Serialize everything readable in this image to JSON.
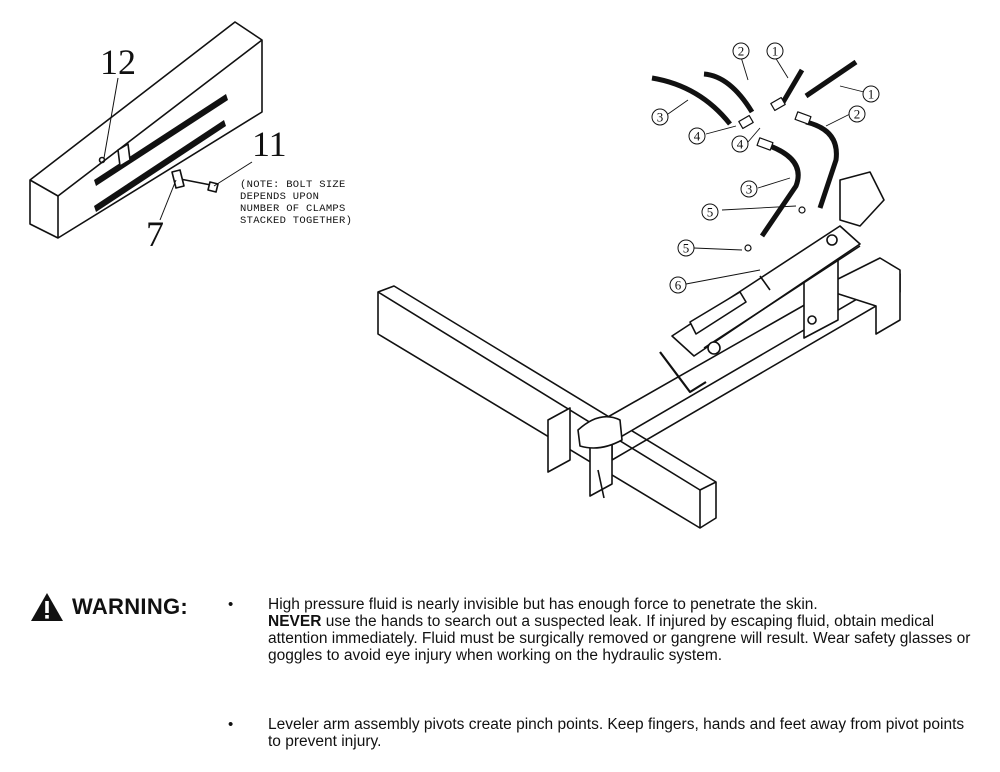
{
  "figure": {
    "clamp_callouts": [
      "12",
      "11",
      "7"
    ],
    "note_lines": [
      "(NOTE: BOLT SIZE",
      "DEPENDS UPON",
      "NUMBER OF CLAMPS",
      "STACKED TOGETHER)"
    ],
    "part_callouts": [
      "2",
      "1",
      "1",
      "2",
      "3",
      "4",
      "4",
      "3",
      "5",
      "5",
      "6"
    ]
  },
  "warning": {
    "label": "WARNING:",
    "bullet": "•",
    "items": [
      {
        "strong": "NEVER",
        "pre": "High pressure fluid is nearly invisible but has enough force to penetrate the skin.",
        "post": "use the hands to search out a suspected leak.  If injured by escaping fluid, obtain medical attention immediately.  Fluid must be surgically removed or gangrene will result.  Wear safety glasses or goggles to avoid eye injury when working on the hydraulic system."
      },
      {
        "text": "Leveler arm assembly pivots create pinch points.  Keep fingers, hands and feet away from pivot points to prevent injury."
      }
    ]
  }
}
